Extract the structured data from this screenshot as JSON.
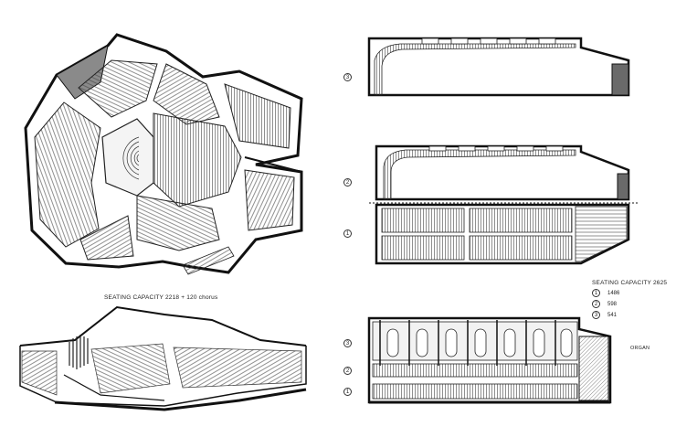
{
  "fanPlan": {
    "caption": "SEATING CAPACITY 2218 + 120 chorus"
  },
  "shoebox": {
    "levelLabels": [
      "1",
      "2",
      "3"
    ],
    "capacityTitle": "SEATING CAPACITY 2625",
    "capacityRows": [
      {
        "level": "1",
        "seats": "1486"
      },
      {
        "level": "2",
        "seats": "598"
      },
      {
        "level": "3",
        "seats": "541"
      }
    ],
    "organLabel": "ORGAN"
  }
}
